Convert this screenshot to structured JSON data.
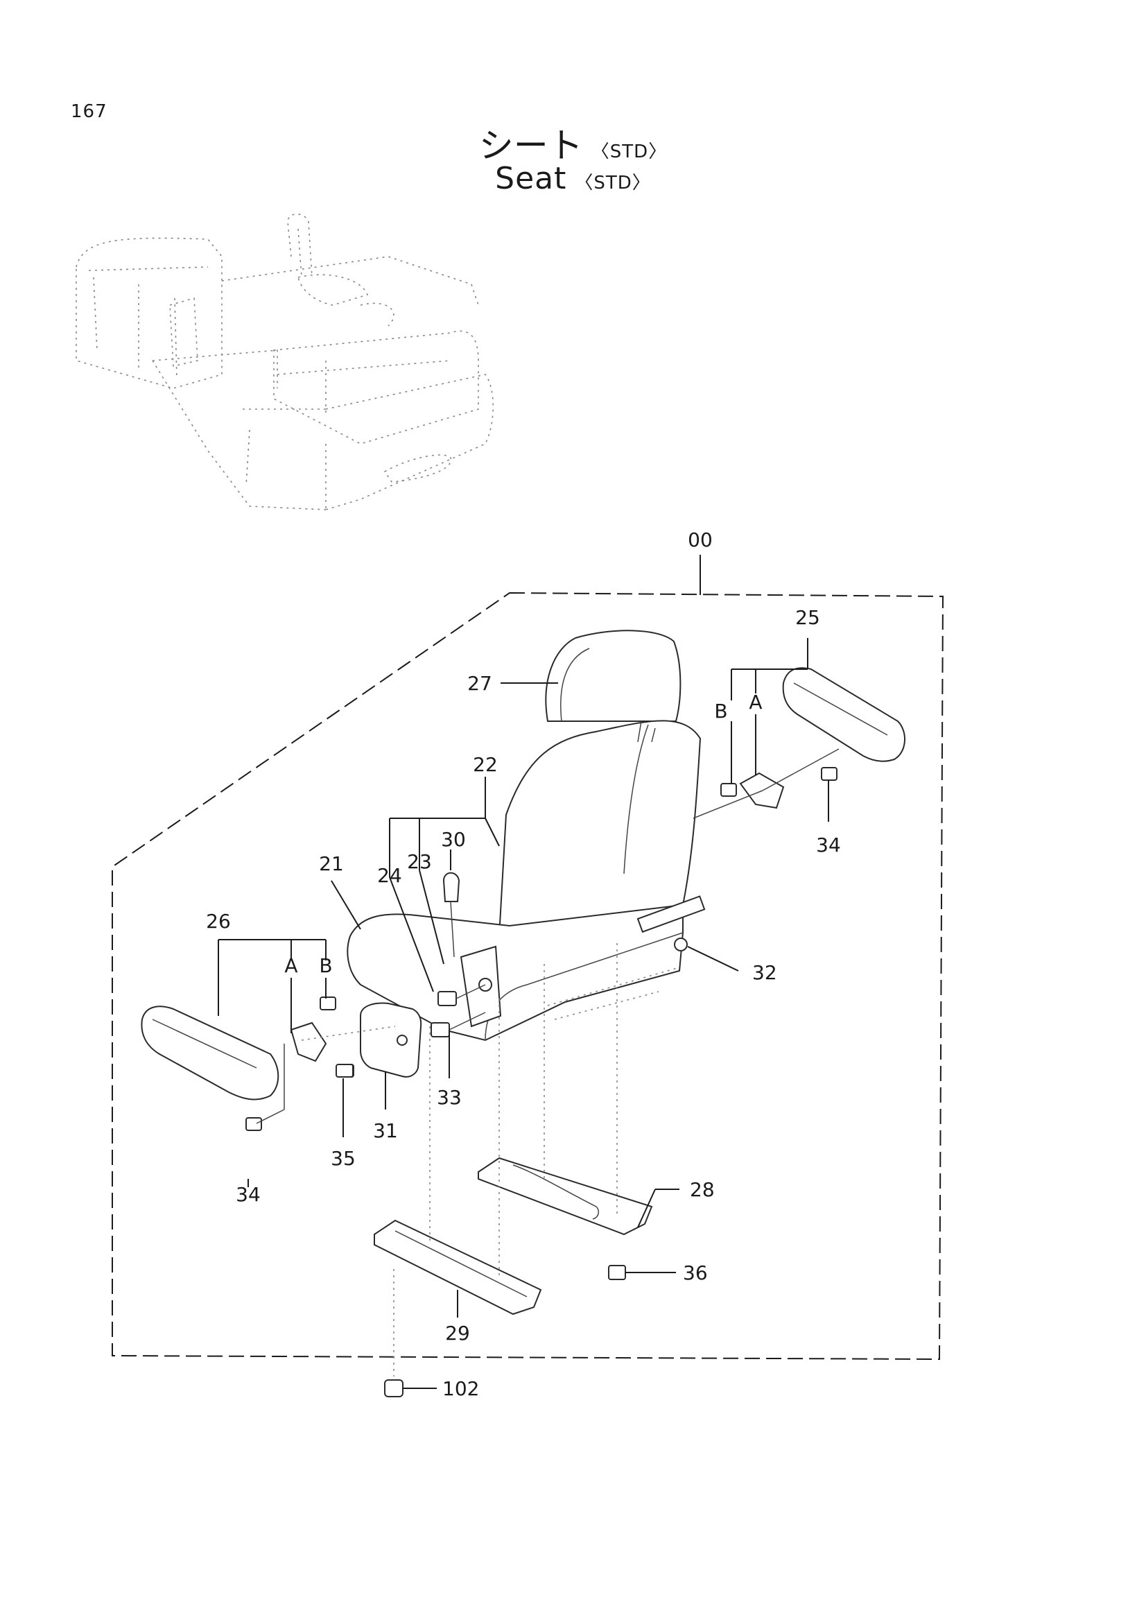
{
  "page_number": "167",
  "title_jp": {
    "text": "シート",
    "tag": "〈STD〉"
  },
  "title_en": {
    "text": "Seat",
    "tag": "〈STD〉"
  },
  "callouts": {
    "assembly": "00",
    "seat_21": "21",
    "seat_22": "22",
    "seat_23": "23",
    "seat_24": "24",
    "armrest_25": "25",
    "armrest_26": "26",
    "headrest_27": "27",
    "rail_28": "28",
    "rail_29": "29",
    "lever_30": "30",
    "cover_31": "31",
    "washer_32": "32",
    "bolt_33": "33",
    "bolt_34_right": "34",
    "bolt_34_left": "34",
    "bolt_35": "35",
    "bolt_36": "36",
    "nut_102": "102",
    "letter_a_right": "A",
    "letter_b_right": "B",
    "letter_a_left": "A",
    "letter_b_left": "B"
  }
}
